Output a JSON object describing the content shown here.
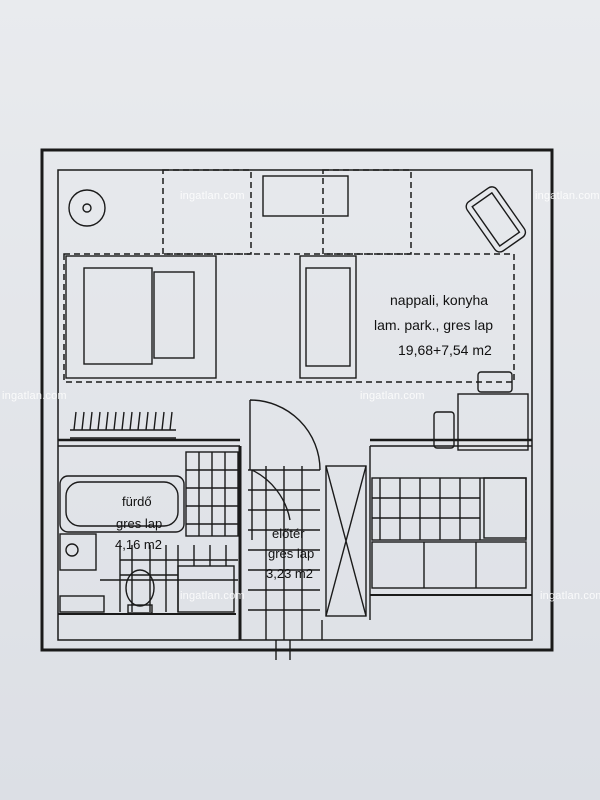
{
  "rooms": {
    "living": {
      "name": "nappali, konyha",
      "floor": "lam. park., gres lap",
      "area": "19,68+7,54 m2"
    },
    "bath": {
      "name": "fürdő",
      "floor": "gres lap",
      "area": "4,16 m2"
    },
    "hall": {
      "name": "előtér",
      "floor": "gres lap",
      "area": "3,23 m2"
    }
  },
  "watermark": "ingatlan.com",
  "colors": {
    "ink": "#1a1a1a",
    "paper": "#e6e8ec"
  }
}
